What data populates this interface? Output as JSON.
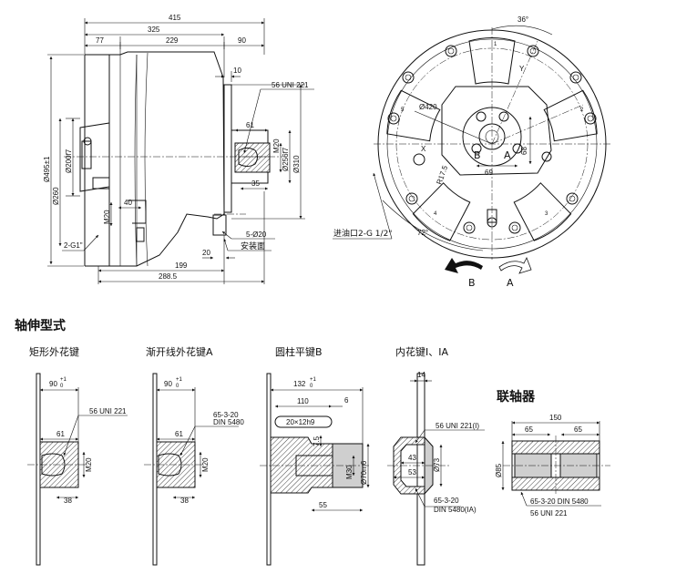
{
  "main_view": {
    "dims": {
      "d415": "415",
      "d325": "325",
      "d77": "77",
      "d229": "229",
      "d90": "90",
      "d10": "10",
      "d61": "61",
      "d35": "35",
      "d40": "40",
      "d20": "20",
      "d199": "199",
      "d288_5": "288.5",
      "d495": "Ø495±1",
      "d200": "Ø200f7",
      "d260": "Ø260",
      "d256": "Ø256f7",
      "d310": "Ø310",
      "m20a": "M20",
      "m20b": "M20"
    },
    "notes": {
      "spline": "56 UNI 221",
      "holes": "5-Ø20",
      "mount_face": "安装面",
      "g1": "2-G1\""
    }
  },
  "front_view": {
    "angle36": "36°",
    "angle72": "72°",
    "d420": "Ø420",
    "d69": "69",
    "d68": "68",
    "r": "R17.5",
    "port_b": "B",
    "port_a": "A",
    "x": "X",
    "y": "Y",
    "n1": "1",
    "n2": "2",
    "n3": "3",
    "n4": "4",
    "n5": "5",
    "inlet": "进油口2-G 1/2\"",
    "rot_b": "B",
    "rot_a": "A"
  },
  "section_title": "轴伸型式",
  "shafts": {
    "rect": {
      "title": "矩形外花键",
      "d90": "90",
      "tol": "+1",
      "tol0": "0",
      "spline": "56 UNI 221",
      "d61": "61",
      "m20": "M20",
      "d38": "38"
    },
    "invol": {
      "title": "渐开线外花键A",
      "d90": "90",
      "tol": "+1",
      "tol0": "0",
      "spec1": "65-3-20",
      "spec2": "DIN 5480",
      "d61": "61",
      "m20": "M20",
      "d38": "38"
    },
    "key": {
      "title": "圆柱平键B",
      "d132": "132",
      "tol": "+1",
      "tol0": "0",
      "d110": "110",
      "d6": "6",
      "keyspec": "20×12h9",
      "d7_5": "7.5",
      "m30": "M30",
      "d70": "Ø70m6",
      "d55": "55"
    },
    "internal": {
      "title": "内花键I、IA",
      "d14": "14",
      "spline": "56 UNI 221(I)",
      "d43": "43",
      "d53": "53",
      "d73": "Ø73",
      "spec1": "65-3-20",
      "spec2": "DIN 5480(IA)"
    }
  },
  "coupling": {
    "title": "联轴器",
    "d150": "150",
    "d65a": "65",
    "d65b": "65",
    "d85": "Ø85",
    "spec1": "65-3-20 DIN 5480",
    "spec2": "56 UNI 221"
  }
}
